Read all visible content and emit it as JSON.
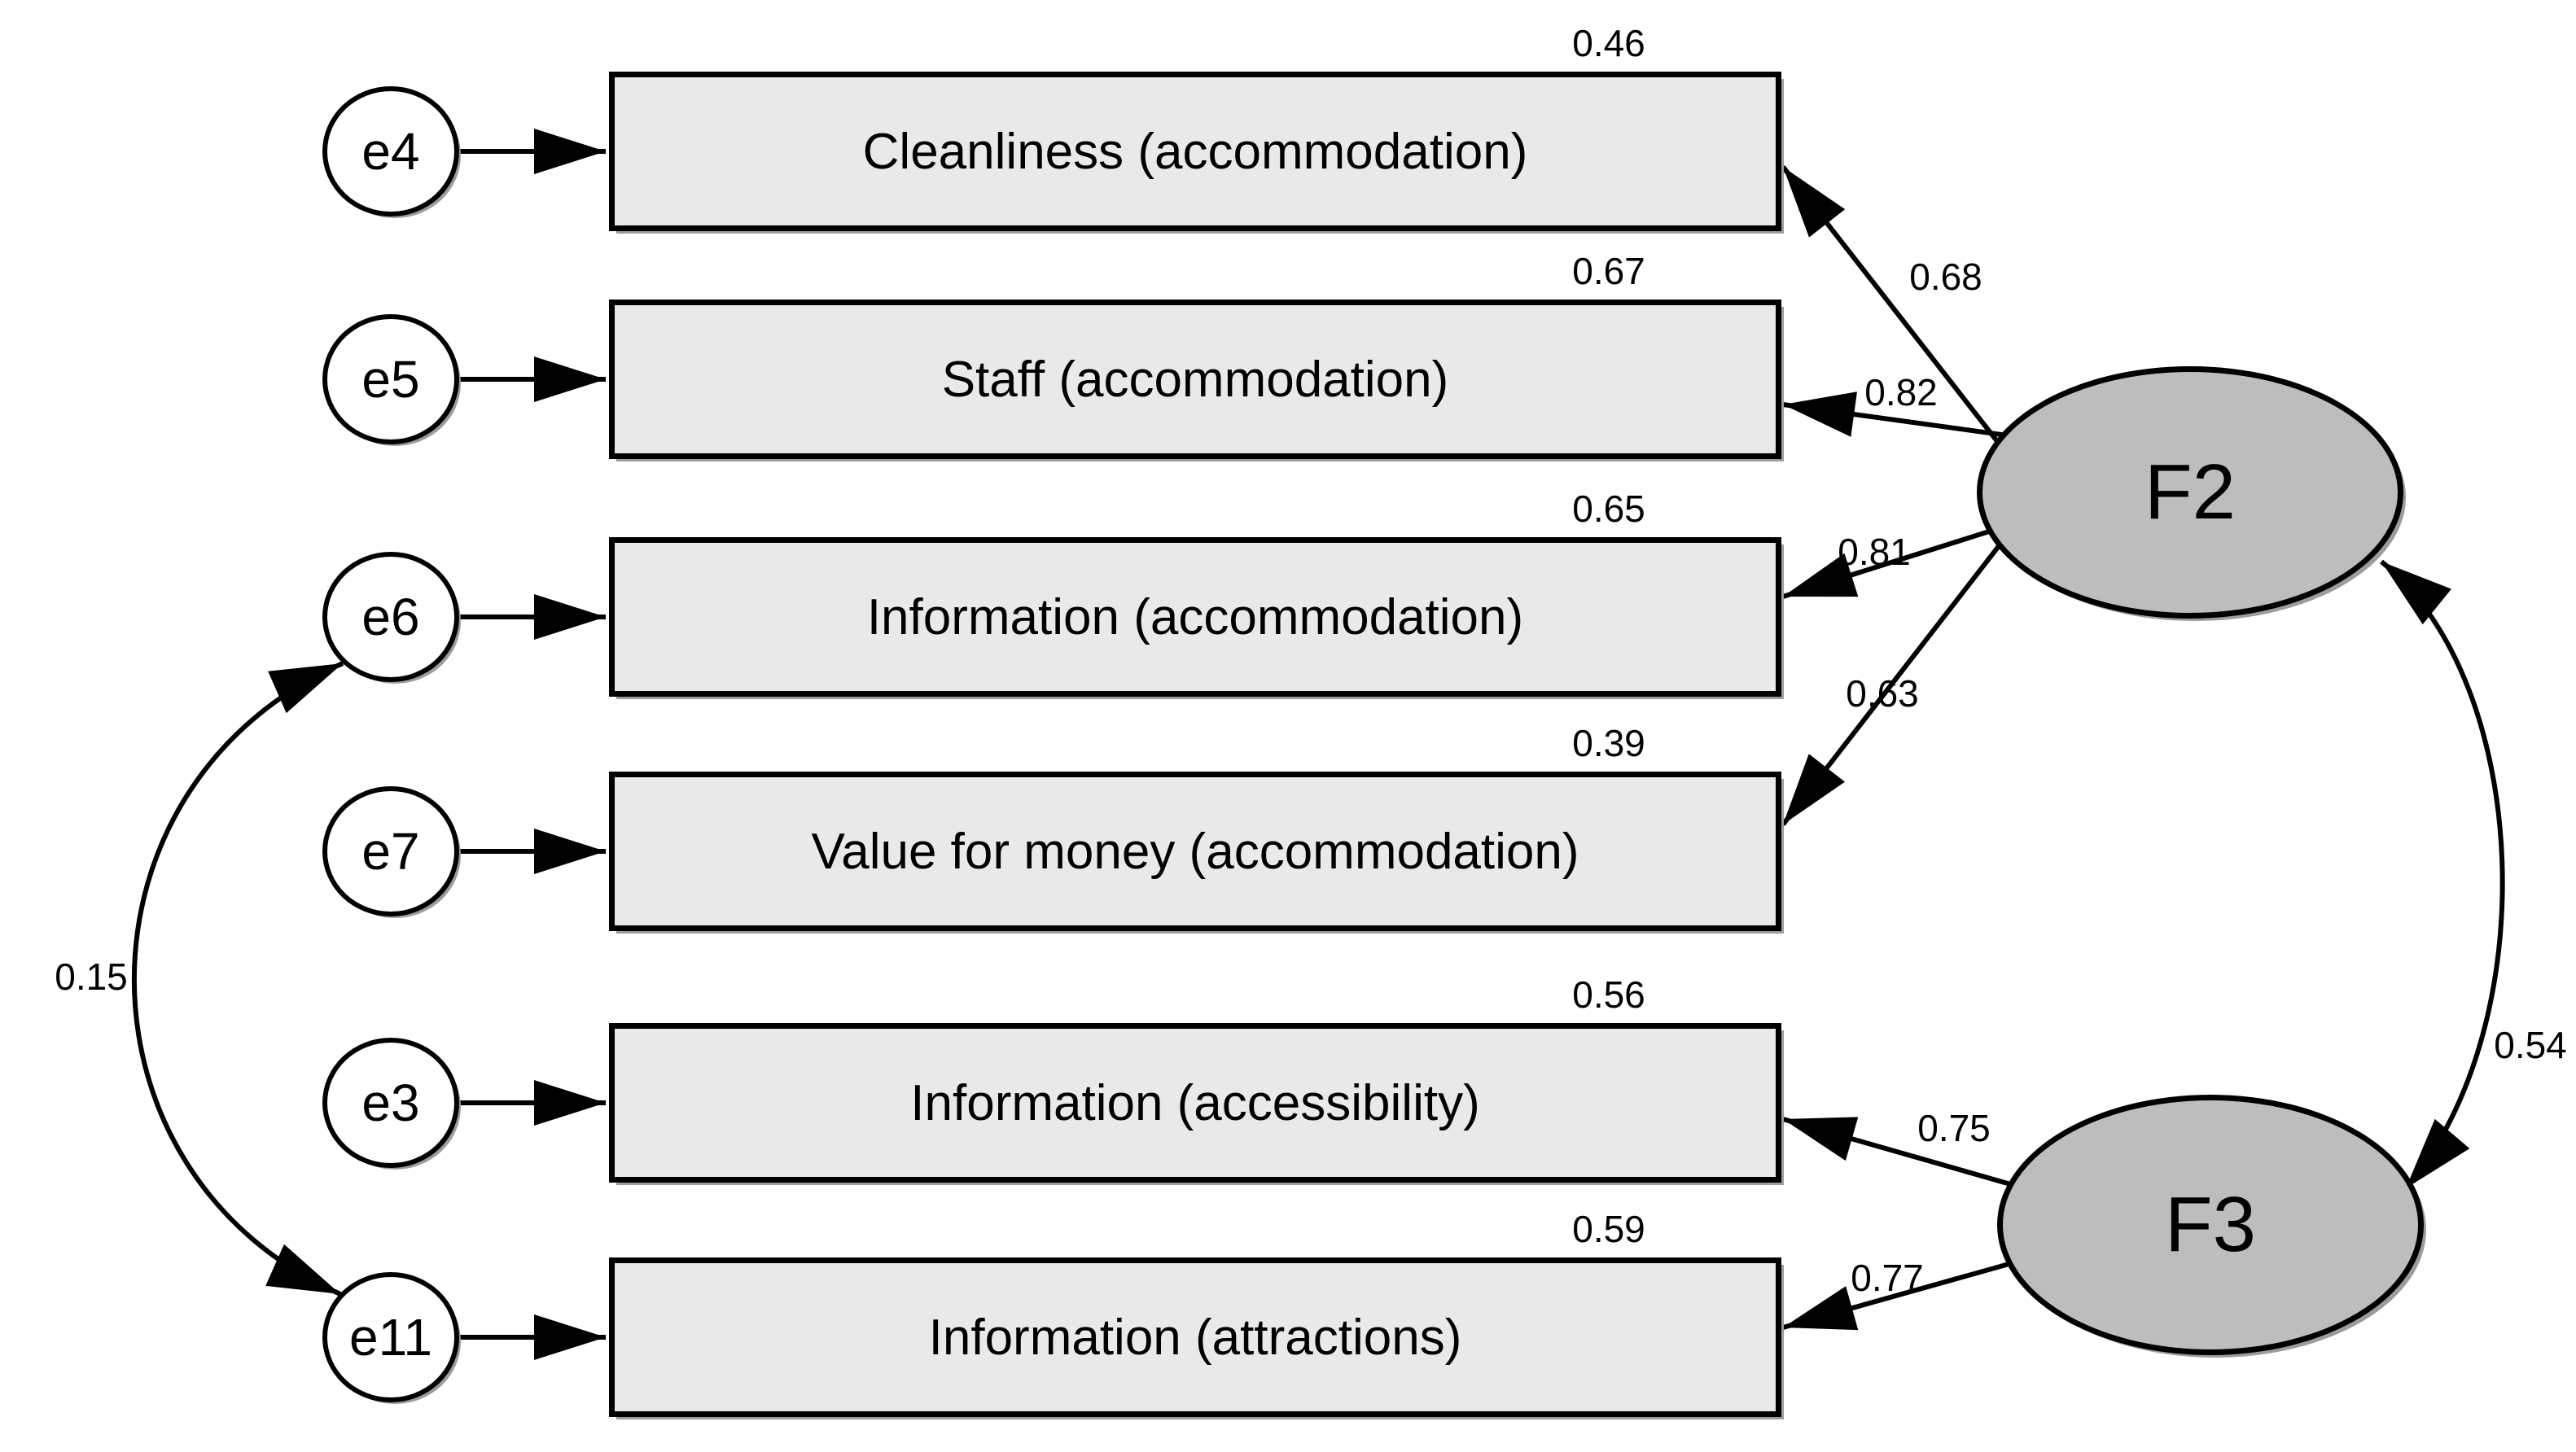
{
  "model": {
    "observed": [
      {
        "label": "Cleanliness (accommodation)",
        "variance": "0.46"
      },
      {
        "label": "Staff (accommodation)",
        "variance": "0.67"
      },
      {
        "label": "Information (accommodation)",
        "variance": "0.65"
      },
      {
        "label": "Value for money (accommodation)",
        "variance": "0.39"
      },
      {
        "label": "Information (accessibility)",
        "variance": "0.56"
      },
      {
        "label": "Information (attractions)",
        "variance": "0.59"
      }
    ],
    "errors": [
      "e4",
      "e5",
      "e6",
      "e7",
      "e3",
      "e11"
    ],
    "factors": [
      "F2",
      "F3"
    ],
    "loadings_f2": [
      "0.68",
      "0.82",
      "0.81",
      "0.63"
    ],
    "loadings_f3": [
      "0.75",
      "0.77"
    ],
    "covariance_f2_f3": "0.54",
    "covariance_e6_e11": "0.15",
    "colors": {
      "box_fill": "#e9e9e9",
      "factor_fill": "#bdbdbd",
      "error_fill": "#ffffff",
      "stroke": "#000000",
      "background": "#ffffff"
    }
  }
}
